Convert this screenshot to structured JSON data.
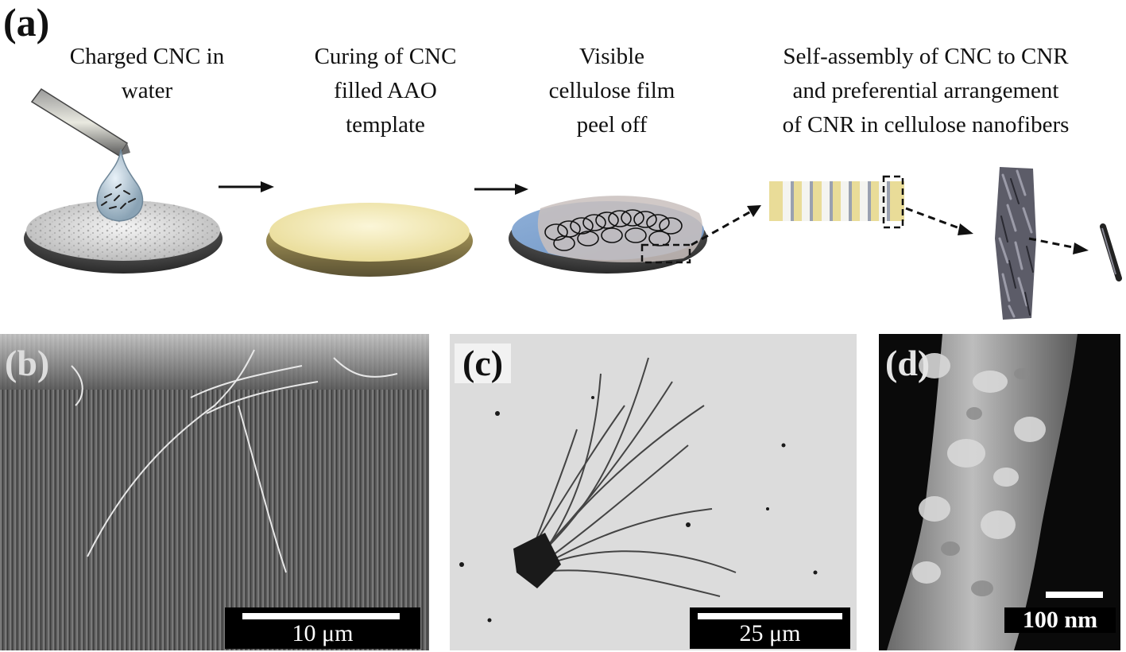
{
  "panel_a": {
    "label": "(a)",
    "steps": [
      {
        "line1": "Charged CNC in",
        "line2": "water"
      },
      {
        "line1": "Curing of CNC",
        "line2": "filled  AAO",
        "line3": "template"
      },
      {
        "line1": "Visible",
        "line2": "cellulose  film",
        "line3": "peel off"
      },
      {
        "line1": "Self-assembly of CNC to CNR",
        "line2": "and preferential arrangement",
        "line3": "of CNR in cellulose nanofibers"
      }
    ]
  },
  "panel_b": {
    "label": "(b)",
    "scale": "10 μm"
  },
  "panel_c": {
    "label": "(c)",
    "scale": "25 μm"
  },
  "panel_d": {
    "label": "(d)",
    "scale": "100 nm"
  }
}
